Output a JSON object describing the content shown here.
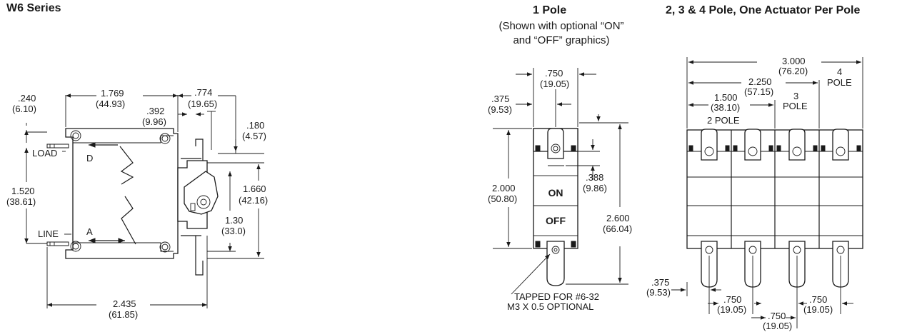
{
  "series_title": "W6 Series",
  "views": {
    "one_pole": {
      "title": "1 Pole",
      "subtitle_line1": "(Shown with optional “ON”",
      "subtitle_line2": "and “OFF” graphics)",
      "on_label": "ON",
      "off_label": "OFF"
    },
    "multi_pole": {
      "title": "2, 3 & 4 Pole, One Actuator Per Pole",
      "label_2pole": "2 POLE",
      "label_3pole_line1": "3",
      "label_3pole_line2": "POLE",
      "label_4pole_line1": "4",
      "label_4pole_line2": "POLE"
    },
    "side": {
      "load_label": "LOAD",
      "line_label": "LINE",
      "d_label": "D",
      "a_label": "A"
    }
  },
  "dimensions": {
    "side": [
      {
        "in": ".240",
        "mm": "(6.10)"
      },
      {
        "in": "1.769",
        "mm": "(44.93)"
      },
      {
        "in": ".774",
        "mm": "(19.65)"
      },
      {
        "in": ".392",
        "mm": "(9.96)"
      },
      {
        "in": ".180",
        "mm": "(4.57)"
      },
      {
        "in": "1.520",
        "mm": "(38.61)"
      },
      {
        "in": "1.660",
        "mm": "(42.16)"
      },
      {
        "in": "1.30",
        "mm": "(33.0)"
      },
      {
        "in": "2.435",
        "mm": "(61.85)"
      }
    ],
    "one_pole": [
      {
        "in": ".750",
        "mm": "(19.05)"
      },
      {
        "in": ".375",
        "mm": "(9.53)"
      },
      {
        "in": ".388",
        "mm": "(9.86)"
      },
      {
        "in": "2.000",
        "mm": "(50.80)"
      },
      {
        "in": "2.600",
        "mm": "(66.04)"
      }
    ],
    "multi_pole": [
      {
        "in": "3.000",
        "mm": "(76.20)"
      },
      {
        "in": "2.250",
        "mm": "(57.15)"
      },
      {
        "in": "1.500",
        "mm": "(38.10)"
      },
      {
        "in": ".375",
        "mm": "(9.53)"
      },
      {
        "in": ".750",
        "mm": "(19.05)"
      },
      {
        "in": ".750",
        "mm": "(19.05)"
      },
      {
        "in": ".750",
        "mm": "(19.05)"
      }
    ]
  },
  "note": {
    "line1": "TAPPED FOR #6-32",
    "line2": "M3 X 0.5 OPTIONAL"
  }
}
